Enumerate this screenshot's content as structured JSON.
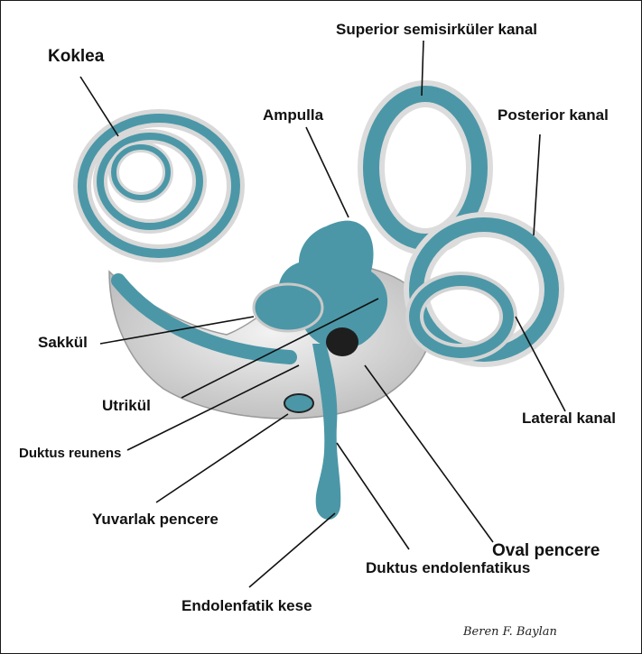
{
  "labels": {
    "koklea": "Koklea",
    "superior": "Superior semisirküler kanal",
    "ampulla": "Ampulla",
    "posterior": "Posterior kanal",
    "sakkul": "Sakkül",
    "utrikul": "Utrikül",
    "lateral": "Lateral kanal",
    "duktus_reunens": "Duktus reunens",
    "yuvarlak": "Yuvarlak pencere",
    "oval": "Oval pencere",
    "duktus_endo": "Duktus endolenfatikus",
    "endo_kese": "Endolenfatik kese"
  },
  "signature": "Beren F. Baylan",
  "colors": {
    "fluid": "#4b97a7",
    "bone": "#e4e4e4",
    "bone_shade": "#b9b9b9",
    "leader_line": "#111111"
  }
}
